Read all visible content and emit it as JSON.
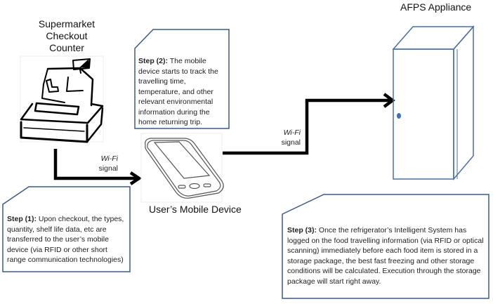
{
  "diagram": {
    "nodes": {
      "checkout": {
        "label_lines": [
          "Supermarket",
          "Checkout",
          "Counter"
        ],
        "icon": "cash-register-icon"
      },
      "mobile": {
        "label": "User’s Mobile Device",
        "icon": "smartphone-icon"
      },
      "appliance": {
        "label": "AFPS Appliance",
        "icon": "refrigerator-icon"
      }
    },
    "connections": [
      {
        "from": "checkout",
        "to": "mobile",
        "label_italic": "Wi-Fi",
        "label_plain": "signal"
      },
      {
        "from": "mobile",
        "to": "appliance",
        "label_italic": "Wi-Fi",
        "label_plain": "signal"
      }
    ],
    "steps": [
      {
        "title": "Step (1):",
        "text": " Upon checkout, the types, quantity, shelf life data, etc are transferred to the user’s mobile device (via RFID or other short range communication technologies)"
      },
      {
        "title": "Step (2):",
        "text": " The mobile device starts to track the travelling time, temperature, and other relevant environmental information during the home returning trip."
      },
      {
        "title": "Step (3):",
        "text": " Once the refrigerator’s Intelligent System has logged on the food travelling information (via RFID or optical scanning) immediately before each food item is stored in a storage package, the best fast freezing and other storage conditions will be calculated. Execution through the storage package will start right away."
      }
    ],
    "colors": {
      "callout_border": "#3b5a86",
      "appliance_outline": "#4a6fa5",
      "appliance_handle": "#3f72b5",
      "arrow": "#000000"
    }
  }
}
